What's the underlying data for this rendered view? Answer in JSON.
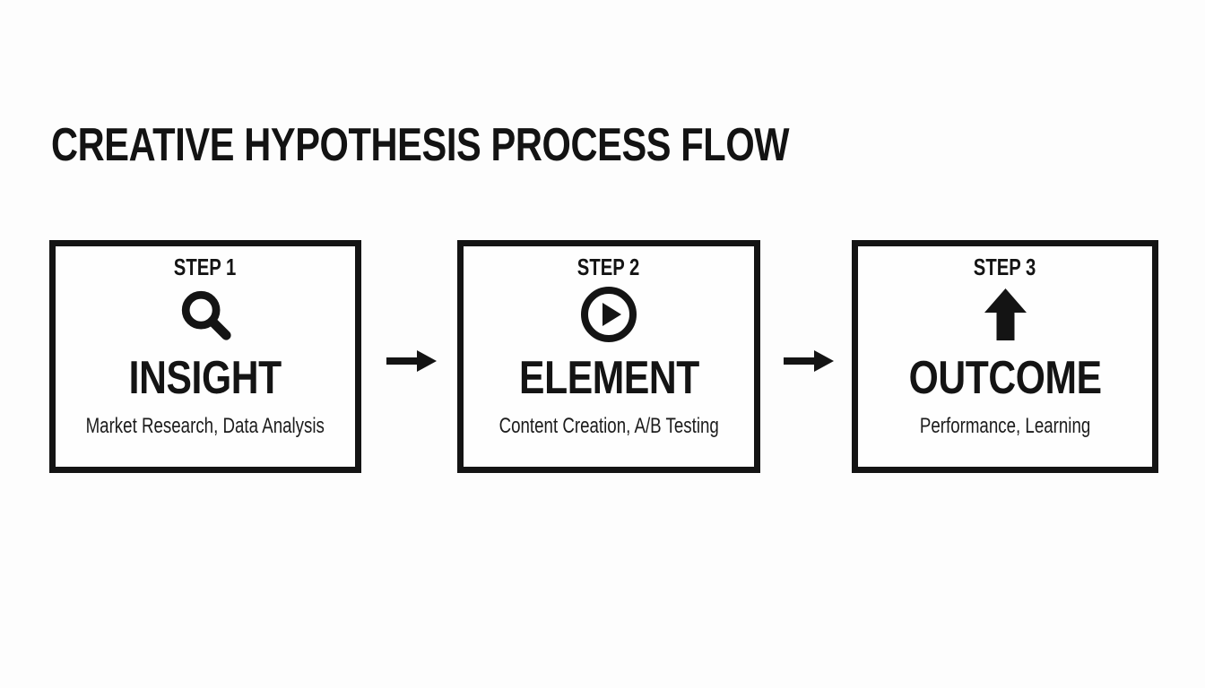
{
  "title": "CREATIVE HYPOTHESIS PROCESS FLOW",
  "colors": {
    "ink": "#141414",
    "background": "#fdfdfd"
  },
  "steps": [
    {
      "label": "STEP 1",
      "icon": "search-icon",
      "name": "INSIGHT",
      "description": "Market Research, Data Analysis"
    },
    {
      "label": "STEP 2",
      "icon": "play-circle-icon",
      "name": "ELEMENT",
      "description": "Content Creation, A/B Testing"
    },
    {
      "label": "STEP 3",
      "icon": "arrow-up-icon",
      "name": "OUTCOME",
      "description": "Performance, Learning"
    }
  ],
  "connectors": [
    {
      "icon": "flow-arrow-icon"
    },
    {
      "icon": "flow-arrow-icon"
    }
  ]
}
